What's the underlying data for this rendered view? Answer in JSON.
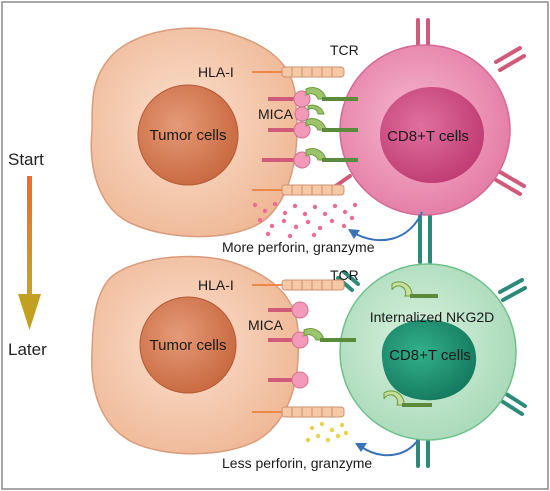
{
  "time_axis": {
    "start": "Start",
    "later": "Later"
  },
  "top_panel": {
    "tumor_label": "Tumor cells",
    "tcell_label": "CD8+T cells",
    "hla_label": "HLA-I",
    "mica_label": "MICA",
    "tcr_label": "TCR",
    "output_label": "More perforin, granzyme"
  },
  "bottom_panel": {
    "tumor_label": "Tumor cells",
    "tcell_label": "CD8+T cells",
    "hla_label": "HLA-I",
    "mica_label": "MICA",
    "tcr_label": "TCR",
    "internalized_label": "Internalized NKG2D",
    "output_label": "Less perforin, granzyme"
  },
  "colors": {
    "tumor_body": "#f4c6a8",
    "tumor_nucleus": "#d8805c",
    "tcell_top": "#ec93b6",
    "tcell_top_nucleus": "#d24f86",
    "tcell_bottom": "#bfe6cc",
    "tcell_bottom_nucleus": "#1f9a78",
    "receptor_dark": "#2d8a78",
    "receptor_pink": "#d05a7a",
    "nkg2d_green": "#6c9a3a",
    "mica_pink": "#f39abb",
    "granule_pink": "#ef6a97",
    "granule_yellow": "#e9d24e",
    "arrow_blue": "#3a72b8"
  }
}
